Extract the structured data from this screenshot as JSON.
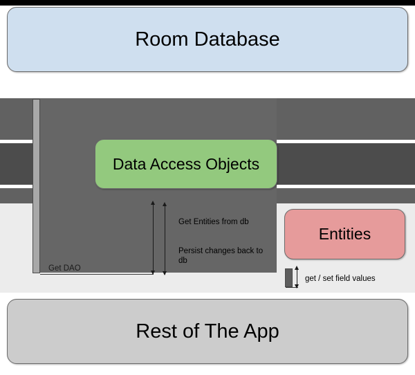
{
  "diagram": {
    "title": "Room Database Architecture",
    "type": "sequence-architecture",
    "nodes": [
      {
        "id": "room",
        "label": "Room Database",
        "color": "#cfdfef"
      },
      {
        "id": "dao",
        "label": "Data Access Objects",
        "color": "#93c97e"
      },
      {
        "id": "entities",
        "label": "Entities",
        "color": "#e69b9b"
      },
      {
        "id": "rest",
        "label": "Rest of The App",
        "color": "#cccccc"
      }
    ],
    "messages": [
      {
        "id": "get-dao",
        "label": "Get DAO"
      },
      {
        "id": "get-entities",
        "label": "Get Entities from db"
      },
      {
        "id": "persist",
        "label": "Persist changes back to db"
      },
      {
        "id": "field-values",
        "label": "get / set field values"
      }
    ],
    "labels": {
      "room_database": "Room Database",
      "data_access_objects": "Data Access Objects",
      "entities": "Entities",
      "rest_of_the_app": "Rest of The App",
      "get_dao": "Get DAO",
      "get_entities_from_db": "Get Entities from db",
      "persist_changes_back_to_db": "Persist changes back to db",
      "get_set_field_values": "get / set field values"
    },
    "colors": {
      "room_fill": "#cfdfef",
      "dao_fill": "#93c97e",
      "entities_fill": "#e69b9b",
      "rest_fill": "#cccccc",
      "activation_fill": "#666666",
      "lifeline_fill": "#a8a8a8",
      "panel_fill": "#ececec",
      "stroke": "#6b6b6b"
    }
  }
}
